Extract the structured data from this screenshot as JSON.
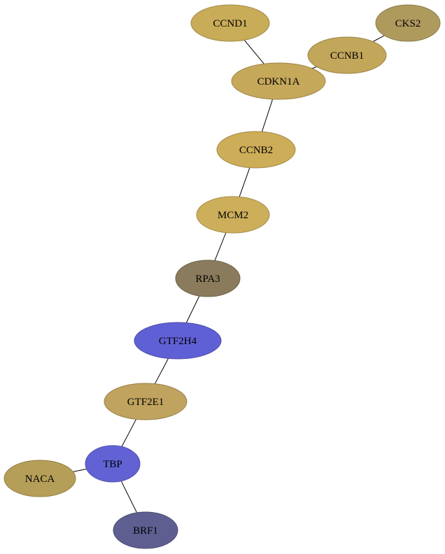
{
  "nodes": [
    {
      "id": "CCND1",
      "label": "CCND1",
      "color": "#c9ac58"
    },
    {
      "id": "CKS2",
      "label": "CKS2",
      "color": "#af9a5e"
    },
    {
      "id": "CCNB1",
      "label": "CCNB1",
      "color": "#c2a65a"
    },
    {
      "id": "CDKN1A",
      "label": "CDKN1A",
      "color": "#c5a85a"
    },
    {
      "id": "CCNB2",
      "label": "CCNB2",
      "color": "#cdad58"
    },
    {
      "id": "MCM2",
      "label": "MCM2",
      "color": "#cdae5a"
    },
    {
      "id": "RPA3",
      "label": "RPA3",
      "color": "#8a7b5c"
    },
    {
      "id": "GTF2H4",
      "label": "GTF2H4",
      "color": "#6060d6"
    },
    {
      "id": "GTF2E1",
      "label": "GTF2E1",
      "color": "#bfa35e"
    },
    {
      "id": "TBP",
      "label": "TBP",
      "color": "#6262d4"
    },
    {
      "id": "NACA",
      "label": "NACA",
      "color": "#b59e58"
    },
    {
      "id": "BRF1",
      "label": "BRF1",
      "color": "#5e5e90"
    }
  ],
  "edges": [
    [
      "CCND1",
      "CDKN1A"
    ],
    [
      "CKS2",
      "CCNB1"
    ],
    [
      "CCNB1",
      "CDKN1A"
    ],
    [
      "CDKN1A",
      "CCNB2"
    ],
    [
      "CCNB2",
      "MCM2"
    ],
    [
      "MCM2",
      "RPA3"
    ],
    [
      "RPA3",
      "GTF2H4"
    ],
    [
      "GTF2H4",
      "GTF2E1"
    ],
    [
      "GTF2E1",
      "TBP"
    ],
    [
      "TBP",
      "NACA"
    ],
    [
      "TBP",
      "BRF1"
    ]
  ]
}
